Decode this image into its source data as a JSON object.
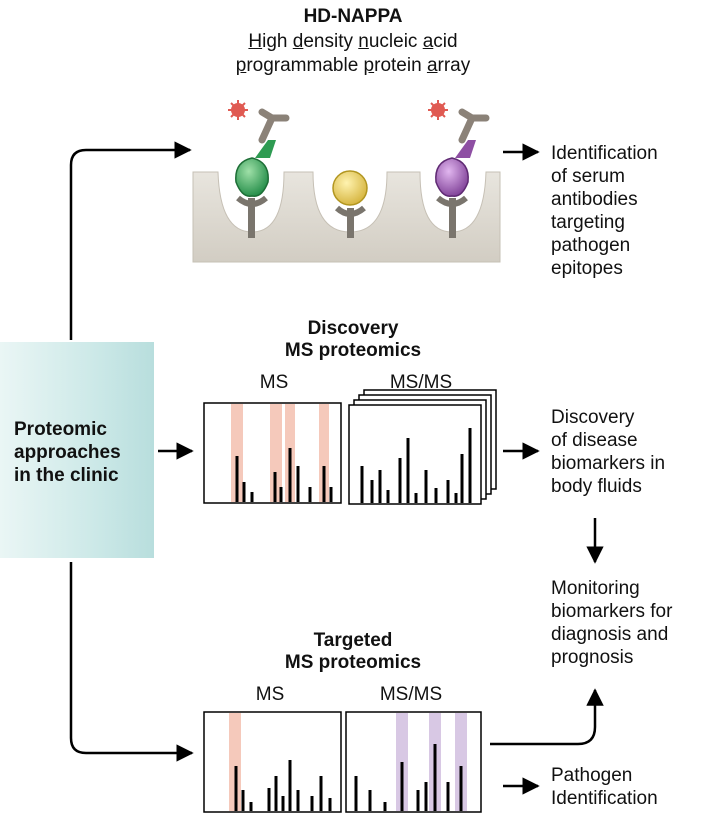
{
  "nappa": {
    "title": "HD-NAPPA",
    "line1": {
      "w1_first": "H",
      "w1_rest": "igh ",
      "w2_first": "d",
      "w2_rest": "ensity ",
      "w3_first": "n",
      "w3_rest": "ucleic ",
      "w4_first": "a",
      "w4_rest": "cid"
    },
    "line2": {
      "w1_first": "p",
      "w1_rest": "rogrammable ",
      "w2_first": "p",
      "w2_rest": "rotein ",
      "w3_first": "a",
      "w3_rest": "rray"
    },
    "outcome": [
      "Identification",
      "of serum",
      "antibodies",
      "targeting",
      "pathogen",
      "epitopes"
    ]
  },
  "source": {
    "label": [
      "Proteomic",
      "approaches",
      "in the clinic"
    ],
    "box_color": "#cde9e8"
  },
  "discovery": {
    "title": [
      "Discovery",
      "MS proteomics"
    ],
    "ms_label": "MS",
    "msms_label": "MS/MS",
    "outcome": [
      "Discovery",
      "of disease",
      "biomarkers in",
      "body fluids"
    ]
  },
  "monitoring": {
    "outcome": [
      "Monitoring",
      "biomarkers for",
      "diagnosis and",
      "prognosis"
    ]
  },
  "targeted": {
    "title": [
      "Targeted",
      "MS proteomics"
    ],
    "ms_label": "MS",
    "msms_label": "MS/MS",
    "outcome": [
      "Pathogen",
      "Identification"
    ]
  },
  "colors": {
    "ms_highlight": "#f5c9bb",
    "msms_highlight": "#d8c8e4",
    "green_protein": "#2e9b52",
    "yellow_protein": "#e4c657",
    "purple_protein": "#8e4fa3",
    "antibody": "#8b8278",
    "antigen": "#e05a52",
    "well": "#dcd8d0"
  }
}
